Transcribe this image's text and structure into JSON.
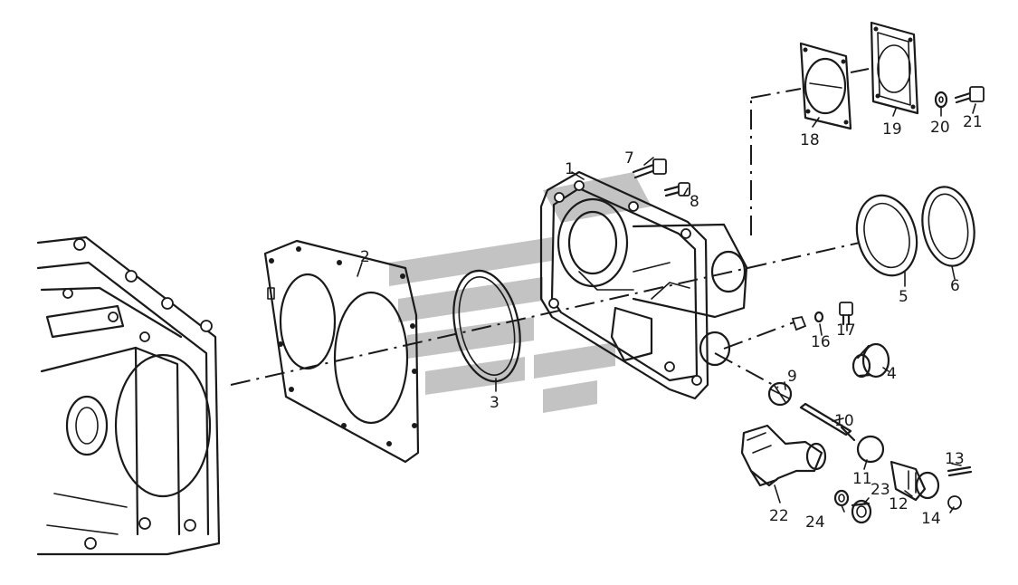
{
  "diagram": {
    "callouts": [
      "1",
      "2",
      "3",
      "4",
      "5",
      "6",
      "7",
      "8",
      "9",
      "10",
      "11",
      "12",
      "13",
      "14",
      "16",
      "17",
      "18",
      "19",
      "20",
      "21",
      "22",
      "23",
      "24"
    ]
  },
  "colors": {
    "ink": "#1a1a1a",
    "background": "#ffffff",
    "watermark": "#b8b8b8"
  }
}
